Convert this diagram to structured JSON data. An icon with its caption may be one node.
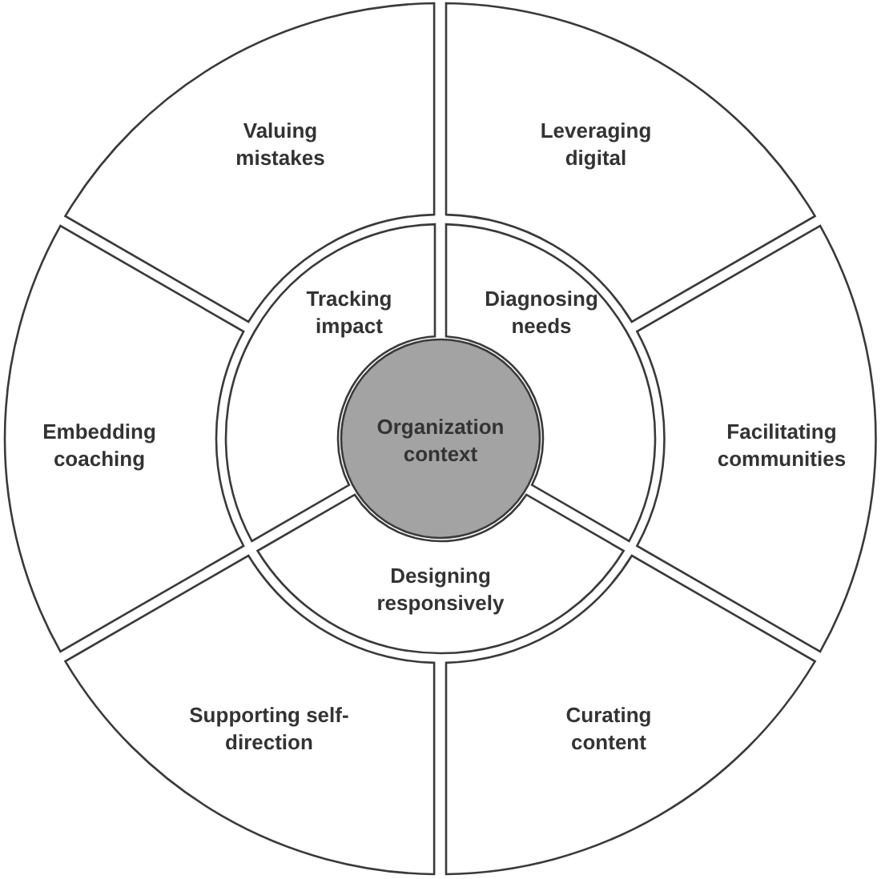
{
  "diagram": {
    "nodes": [
      {
        "text": [
          "Valuing mistakes"
        ]
      },
      {
        "text": [
          "Leveraging digital"
        ]
      },
      {
        "text": [
          "Facilitating communities"
        ]
      },
      {
        "text": [
          "Curating content"
        ]
      },
      {
        "text": [
          "Supporting self-direction"
        ]
      },
      {
        "text": [
          "Embedding coaching"
        ]
      },
      {
        "text": [
          "Tracking impact"
        ]
      },
      {
        "text": [
          "Diagnosing needs"
        ]
      },
      {
        "text": [
          "Designing responsively"
        ]
      },
      {
        "text": [
          "Organization context"
        ]
      }
    ]
  }
}
